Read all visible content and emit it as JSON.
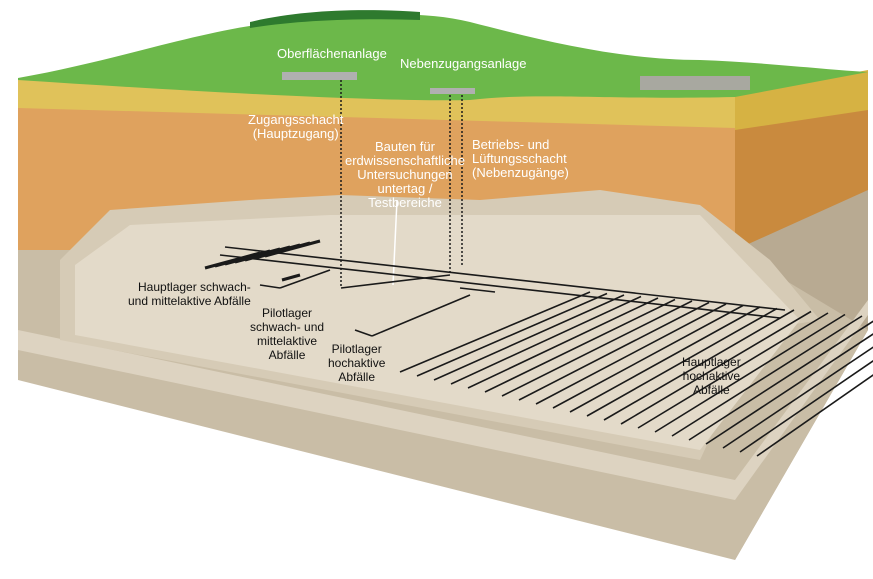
{
  "labels": {
    "surface_facility": "Oberflächenanlage",
    "secondary_access_facility": "Nebenzugangsanlage",
    "access_shaft": [
      "Zugangsschacht",
      "(Hauptzugang)"
    ],
    "earth_science_structures": [
      "Bauten für",
      "erdwissenschaftliche",
      "Untersuchungen",
      "untertag /",
      "Testbereiche"
    ],
    "operation_ventilation_shaft": [
      "Betriebs- und",
      "Lüftungsschacht",
      "(Nebenzugänge)"
    ],
    "main_repository_lil": [
      "Hauptlager schwach-",
      "und mittelaktive Abfälle"
    ],
    "pilot_repository_lil": [
      "Pilotlager",
      "schwach- und",
      "mittelaktive",
      "Abfälle"
    ],
    "pilot_repository_hlw": [
      "Pilotlager",
      "hochaktive",
      "Abfälle"
    ],
    "main_repository_hlw": [
      "Hauptlager",
      "hochaktive",
      "Abfälle"
    ]
  },
  "colors": {
    "grass": "#6cb84a",
    "yellow_layer": "#e0c25a",
    "orange_layer": "#dfa25e",
    "host_rock": "#ddd3c0",
    "base_layer": "#c9bda6",
    "tunnels": "#1a1a1a"
  }
}
